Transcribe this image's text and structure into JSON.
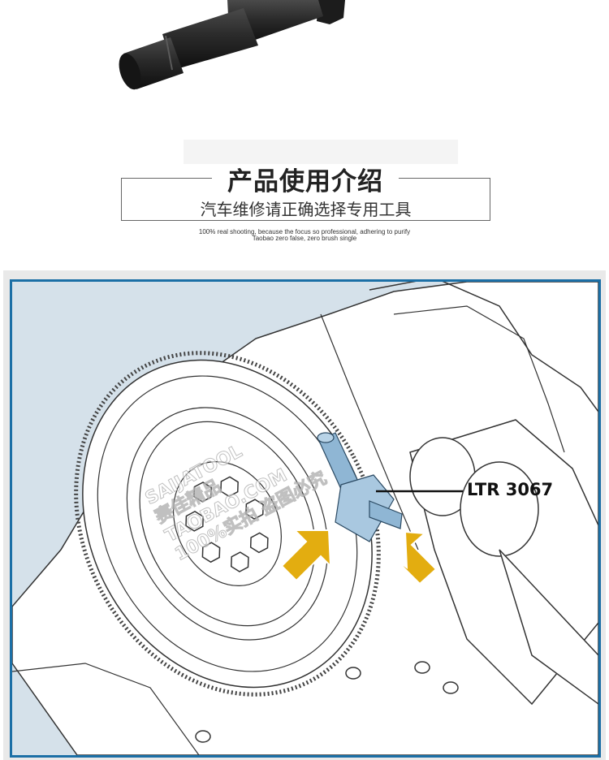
{
  "header": {
    "title": "产品使用介绍",
    "subtitle": "汽车维修请正确选择专用工具",
    "tagline_line1": "100% real shooting, because the focus so professional, adhering to purify",
    "tagline_line2": "Taobao zero false, zero brush single"
  },
  "diagram": {
    "callout_label": "LTR 3067",
    "watermark_line1": "SAIJATOOL",
    "watermark_line2": "赛佳精品",
    "watermark_line3": "TAOBAO.COM",
    "watermark_line4": "100%实拍 盗图必究"
  },
  "colors": {
    "frame_border": "#1b6fa6",
    "diagram_background": "#d5e1ea",
    "arrow": "#e3ad10",
    "tool": "#8fb6d4"
  }
}
